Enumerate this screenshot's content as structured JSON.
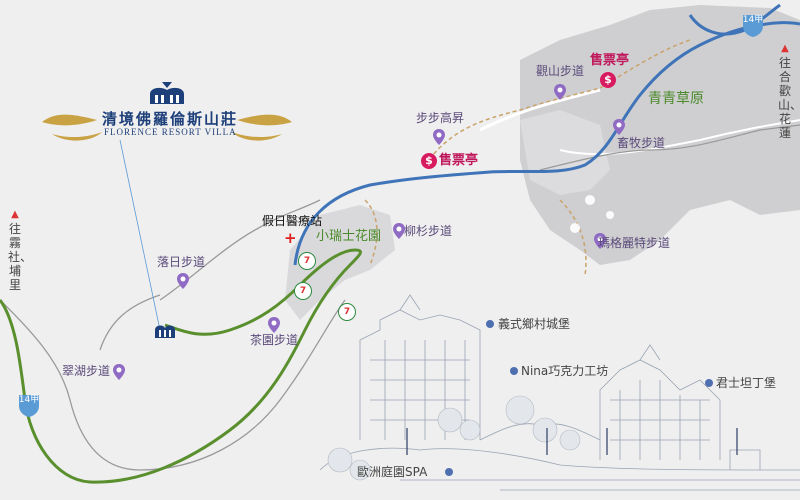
{
  "logo": {
    "name_cn": "清境佛羅倫斯山莊",
    "name_en": "FLORENCE RESORT VILLA"
  },
  "road_labels": {
    "to_wushe": "往霧社、埔里",
    "to_hehuan": "往合歡山、花蓮"
  },
  "route_shields": [
    {
      "label": "14甲"
    },
    {
      "label": "14甲"
    }
  ],
  "places": {
    "holiday_clinic": "假日醫療站",
    "little_swiss_garden": "小瑞士花園",
    "qingqing_grassland": "青青草原"
  },
  "trails": {
    "willow_trail": "柳杉步道",
    "sunset_trail": "落日步道",
    "tea_garden_trail": "茶園步道",
    "cuihu_trail": "翠湖步道",
    "step_up_trail": "步步高昇",
    "mountain_view_trail": "觀山步道",
    "pasture_trail": "畜牧步道",
    "margaret_trail": "瑪格麗特步道"
  },
  "ticket_booths": [
    {
      "label": "售票亭"
    },
    {
      "label": "售票亭"
    }
  ],
  "attractions": {
    "swiss_castle": "義式鄉村城堡",
    "nina_chocolate": "Nina巧克力工坊",
    "constantine_castle": "君士坦丁堡",
    "euro_garden_spa": "歐洲庭園SPA"
  },
  "icons": {
    "ticket_symbol": "$",
    "convenience_store": "7",
    "clinic_symbol": "+"
  },
  "colors": {
    "main_road": "#3f74b8",
    "green_route": "#5a8f2e",
    "trail": "#c9a36a",
    "pin": "#8f6bc4",
    "ticket": "#d81b60"
  }
}
